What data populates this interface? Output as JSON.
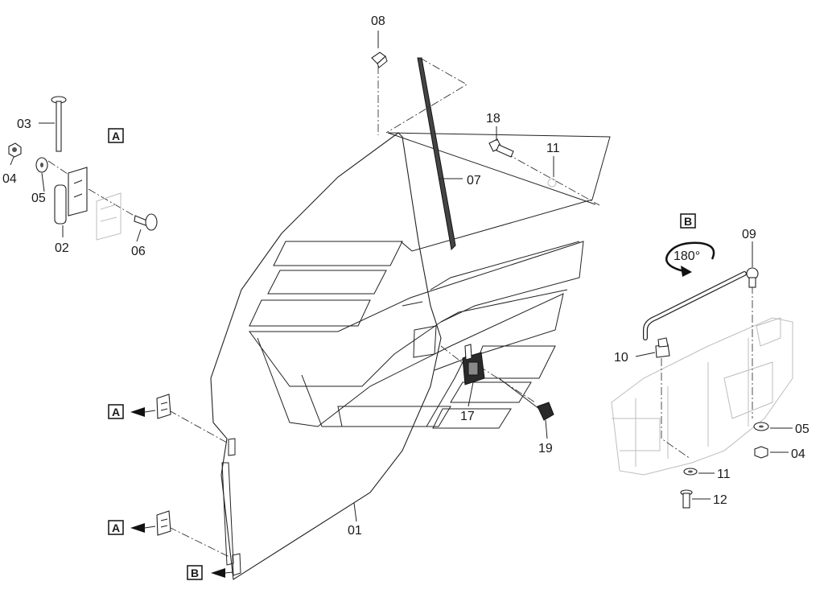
{
  "diagram": {
    "part_labels": {
      "p01": "01",
      "p02": "02",
      "p03": "03",
      "p04a": "04",
      "p05a": "05",
      "p06": "06",
      "p07": "07",
      "p08": "08",
      "p09": "09",
      "p10": "10",
      "p11a": "11",
      "p11b": "11",
      "p12": "12",
      "p17": "17",
      "p18": "18",
      "p19": "19",
      "p04b": "04",
      "p05b": "05"
    },
    "detail_boxes": {
      "a_header": "A",
      "b_header": "B",
      "a_ref_upper": "A",
      "a_ref_lower": "A",
      "b_ref": "B"
    },
    "rotation_label": "180°"
  }
}
